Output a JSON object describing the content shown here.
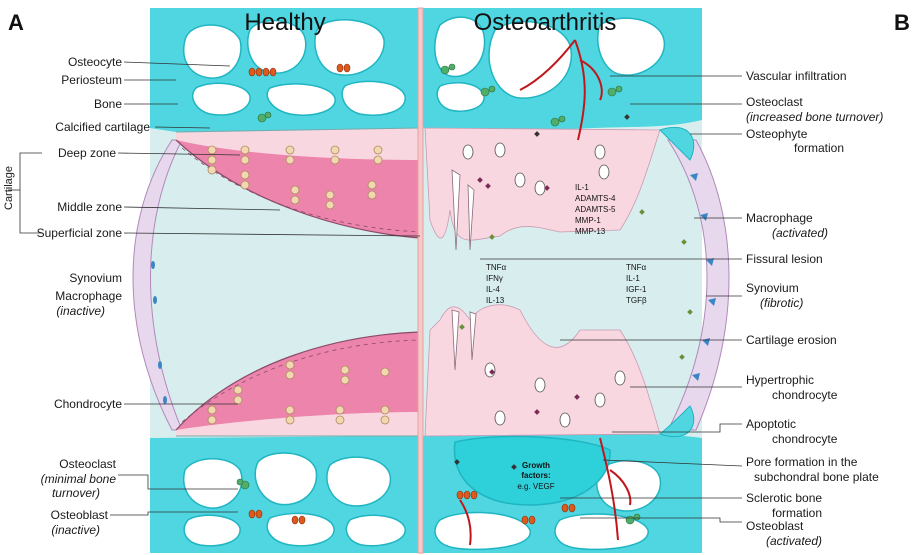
{
  "panels": {
    "a_letter": "A",
    "b_letter": "B",
    "healthy_title": "Healthy",
    "oa_title": "Osteoarthritis"
  },
  "left_labels": {
    "osteocyte": "Osteocyte",
    "periosteum": "Periosteum",
    "bone": "Bone",
    "calcified_cartilage": "Calcified cartilage",
    "cartilage": "Cartilage",
    "deep_zone": "Deep zone",
    "middle_zone": "Middle zone",
    "superficial_zone": "Superficial zone",
    "synovium": "Synovium",
    "macrophage": "Macrophage",
    "macrophage_state": "(inactive)",
    "chondrocyte": "Chondrocyte",
    "osteoclast": "Osteoclast",
    "osteoclast_state_1": "(minimal bone",
    "osteoclast_state_2": "turnover)",
    "osteoblast": "Osteoblast",
    "osteoblast_state": "(inactive)"
  },
  "right_labels": {
    "vascular_infiltration": "Vascular infiltration",
    "osteoclast": "Osteoclast",
    "osteoclast_state": "(increased bone turnover)",
    "osteophyte_1": "Osteophyte",
    "osteophyte_2": "formation",
    "macrophage": "Macrophage",
    "macrophage_state": "(activated)",
    "fissural_lesion": "Fissural lesion",
    "synovium": "Synovium",
    "synovium_state": "(fibrotic)",
    "cartilage_erosion": "Cartilage erosion",
    "hypertrophic_1": "Hypertrophic",
    "hypertrophic_2": "chondrocyte",
    "apoptotic_1": "Apoptotic",
    "apoptotic_2": "chondrocyte",
    "pore_1": "Pore formation in the",
    "pore_2": "subchondral bone plate",
    "sclerotic_1": "Sclerotic bone",
    "sclerotic_2": "formation",
    "osteoblast": "Osteoblast",
    "osteoblast_state": "(activated)"
  },
  "mediators": {
    "cytokines_top": [
      "IL-1",
      "ADAMTS-4",
      "ADAMTS-5",
      "MMP-1",
      "MMP-13"
    ],
    "cytokines_mid_left": [
      "TNFα",
      "IFNγ",
      "IL-4",
      "IL-13"
    ],
    "cytokines_mid_right": [
      "TNFα",
      "IL-1",
      "IGF-1",
      "TGFβ"
    ],
    "growth_factors_1": "Growth",
    "growth_factors_2": "factors:",
    "growth_factors_3": "e.g. VEGF"
  },
  "colors": {
    "bone": "#4fd6e0",
    "bone_dark": "#1fb5c2",
    "cartilage": "#f9d7e0",
    "deep_zone": "#ec84ab",
    "joint_space": "#d8eeee",
    "synovium": "#e7d8ee",
    "divider": "#e8a0a0",
    "vessel": "#c0171c",
    "osteoblast": "#dd5a1e",
    "chondrocyte": "#f2d8b0",
    "osteoclast": "#4fae6a",
    "macrophage": "#3b86c6"
  }
}
